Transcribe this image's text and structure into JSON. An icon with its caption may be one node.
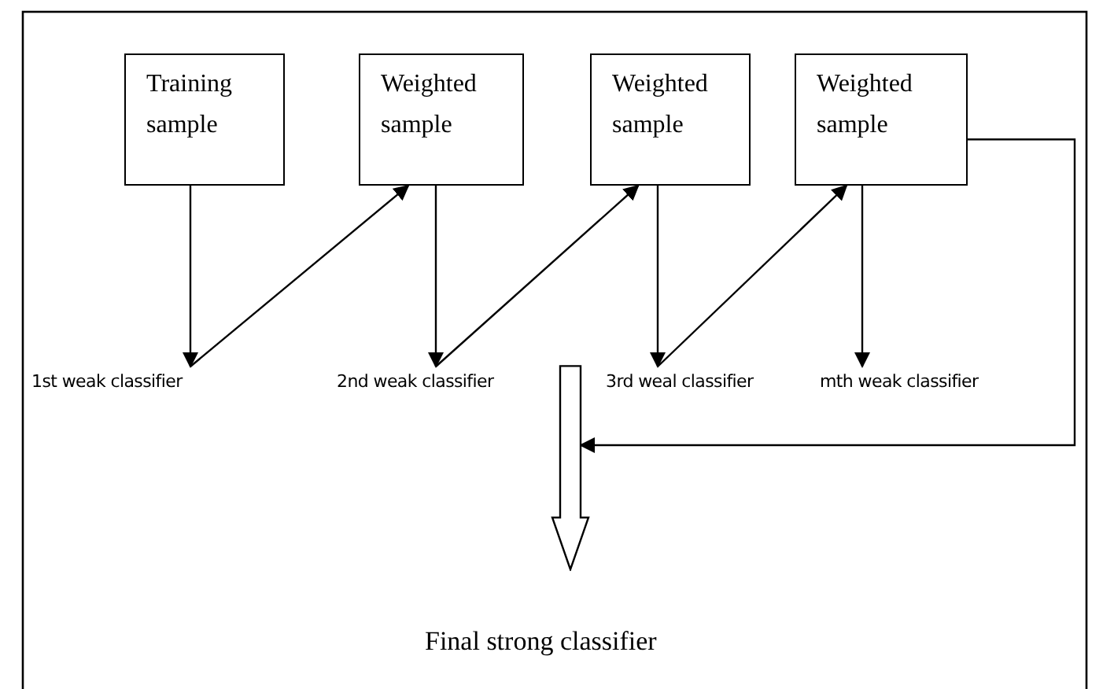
{
  "diagram": {
    "nodes": [
      {
        "text": [
          "Training sample"
        ]
      },
      {
        "text": [
          "Weighted sample"
        ]
      },
      {
        "text": [
          "Weighted sample"
        ]
      },
      {
        "text": [
          "Weighted sample"
        ]
      },
      {
        "text": [
          "1st weak classifier"
        ]
      },
      {
        "text": [
          "2nd weak classifier"
        ]
      },
      {
        "text": [
          "3rd weal classifier"
        ]
      },
      {
        "text": [
          "mth weak classifier"
        ]
      },
      {
        "text": [],
        "shape": "arrow"
      }
    ],
    "edges": [
      {
        "from": 0,
        "to": 4,
        "arrow": "to"
      },
      {
        "from": 4,
        "to": 1,
        "arrow": "to"
      },
      {
        "from": 1,
        "to": 5,
        "arrow": "to"
      },
      {
        "from": 5,
        "to": 2,
        "arrow": "to"
      },
      {
        "from": 2,
        "to": 6,
        "arrow": "to"
      },
      {
        "from": 6,
        "to": 3,
        "arrow": "to"
      },
      {
        "from": 3,
        "to": 7,
        "arrow": "to"
      },
      {
        "from": 3,
        "to": 8,
        "arrow": "to"
      }
    ],
    "labels": [
      "Final strong classifier"
    ]
  }
}
